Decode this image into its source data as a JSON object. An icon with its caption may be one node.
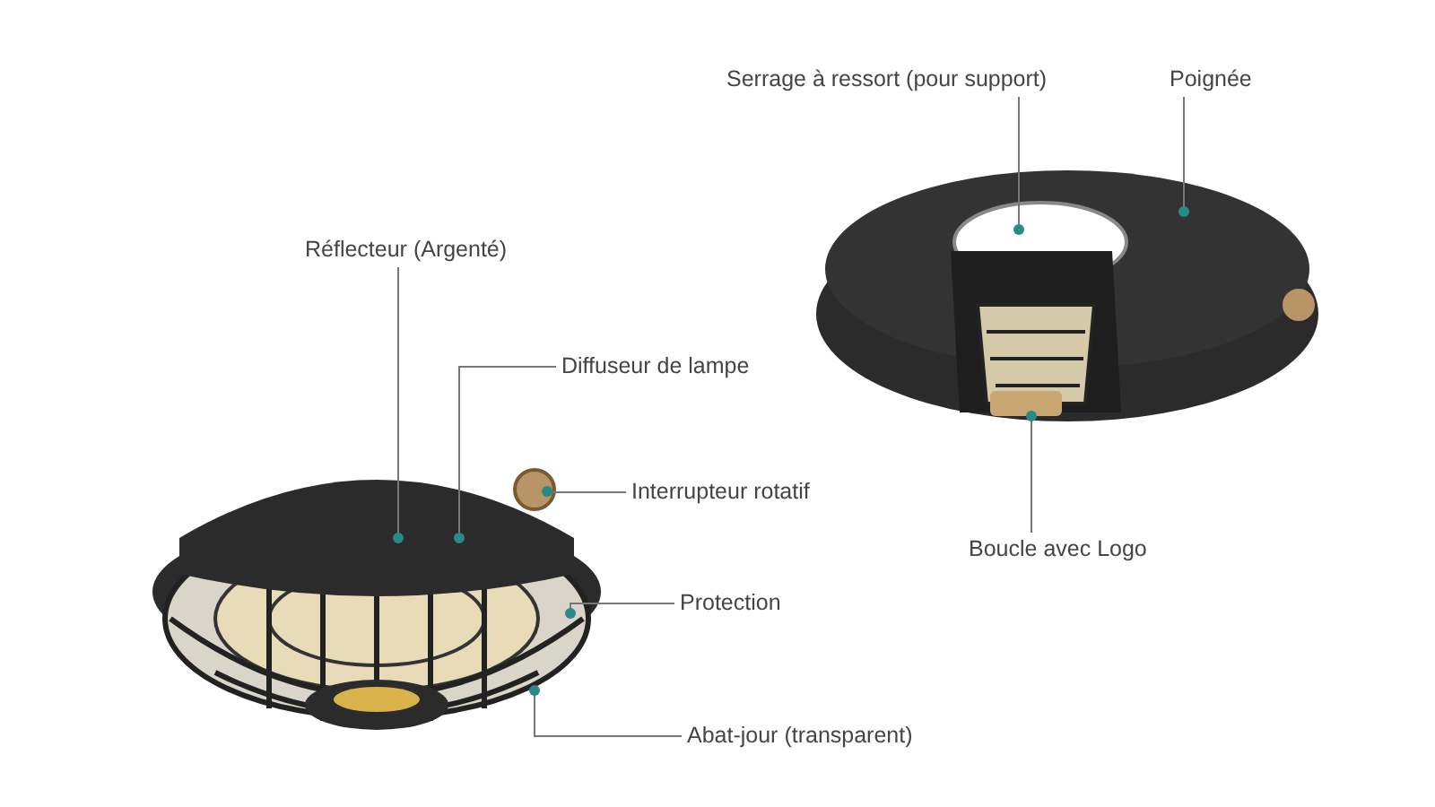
{
  "diagram": {
    "nodes": [
      {
        "text": [
          "Serrage à ressort (pour support)"
        ]
      },
      {
        "text": [
          "Poignée"
        ]
      },
      {
        "text": [
          "Réflecteur (Argenté)"
        ]
      },
      {
        "text": [
          "Diffuseur de lampe"
        ]
      },
      {
        "text": [
          "Interrupteur rotatif"
        ]
      },
      {
        "text": [
          "Protection"
        ]
      },
      {
        "text": [
          "Boucle avec Logo"
        ]
      },
      {
        "text": [
          "Abat-jour (transparent)"
        ]
      },
      {
        "text": [],
        "shape": "picture"
      },
      {
        "text": [],
        "shape": "picture"
      }
    ],
    "edges": [
      {
        "from": 0,
        "to": 8,
        "arrow": "other"
      },
      {
        "from": 1,
        "to": 8,
        "arrow": "other"
      },
      {
        "from": 2,
        "to": 9,
        "arrow": "other"
      },
      {
        "from": 3,
        "to": 9,
        "arrow": "other"
      },
      {
        "from": 4,
        "to": 9,
        "arrow": "other"
      },
      {
        "from": 5,
        "to": 9,
        "arrow": "other"
      },
      {
        "from": 6,
        "to": 8,
        "arrow": "other"
      },
      {
        "from": 7,
        "to": 9,
        "arrow": "other"
      }
    ]
  }
}
